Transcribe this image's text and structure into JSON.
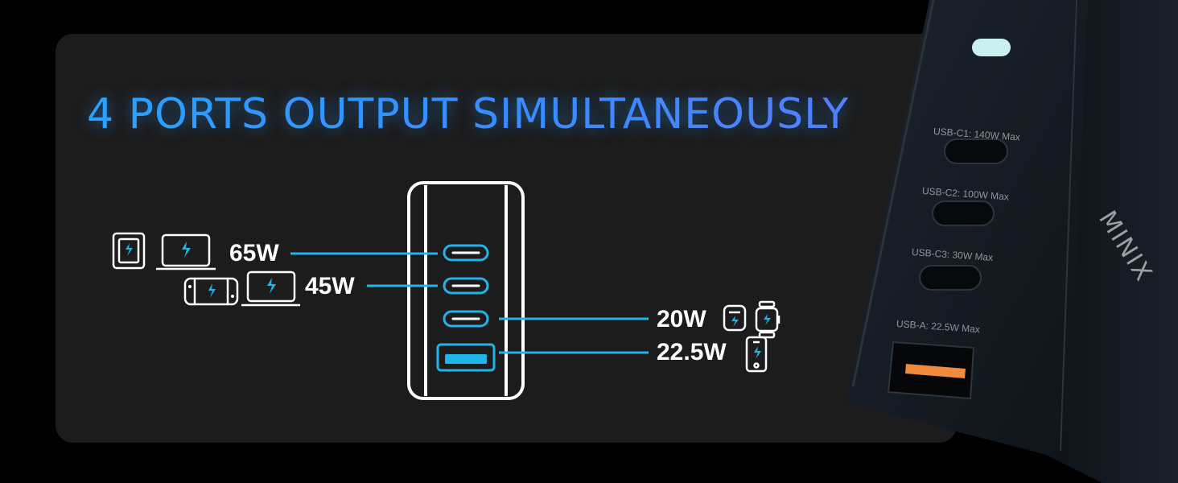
{
  "headline": "4 PORTS OUTPUT SIMULTANEOUSLY",
  "outputs": [
    {
      "watt": "65W"
    },
    {
      "watt": "45W"
    },
    {
      "watt": "20W"
    },
    {
      "watt": "22.5W"
    }
  ],
  "charger": {
    "brand": "MINIX",
    "ports": [
      {
        "label": "USB-C1: 140W Max"
      },
      {
        "label": "USB-C2: 100W Max"
      },
      {
        "label": "USB-C3: 30W Max"
      },
      {
        "label": "USB-A: 22.5W Max"
      }
    ]
  },
  "colors": {
    "accent": "#1fb5ea",
    "headline": "#2aa6ff",
    "panel": "#1c1c1c",
    "usb_a_port": "#f08a3c"
  },
  "icons": [
    "tablet-icon",
    "laptop-icon",
    "game-console-icon",
    "phone-icon",
    "smartwatch-icon",
    "lightning-icon"
  ]
}
